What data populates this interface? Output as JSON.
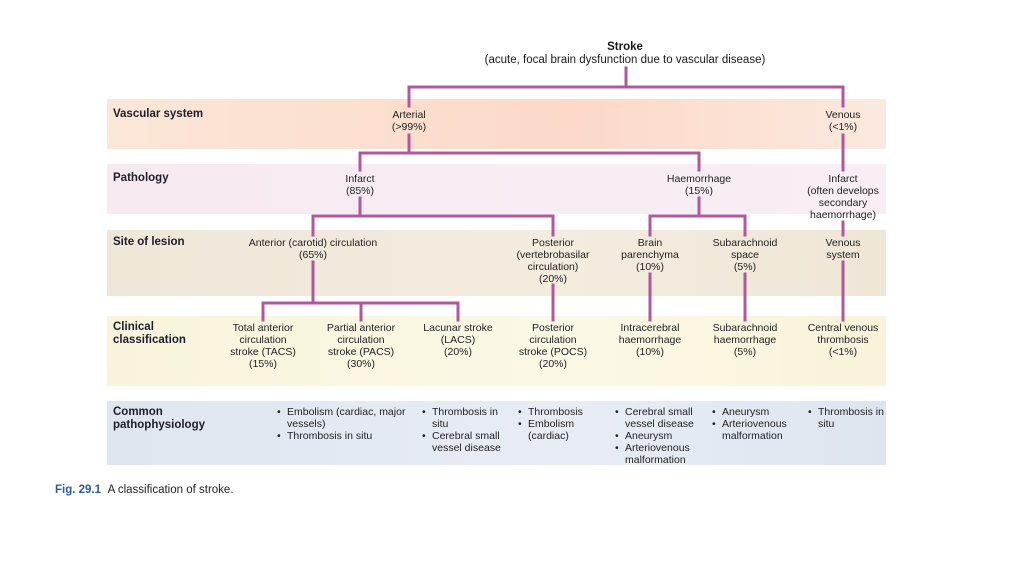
{
  "title": {
    "main": "Stroke",
    "sub": "(acute, focal brain dysfunction due to vascular disease)"
  },
  "row_labels": {
    "vascular": "Vascular system",
    "pathology": "Pathology",
    "site": "Site of lesion",
    "clinical": [
      "Clinical",
      "classification"
    ],
    "common": [
      "Common",
      "pathophysiology"
    ]
  },
  "nodes": {
    "arterial": [
      "Arterial",
      "(>99%)"
    ],
    "venous": [
      "Venous",
      "(<1%)"
    ],
    "infarct": [
      "Infarct",
      "(85%)"
    ],
    "haemorrhage": [
      "Haemorrhage",
      "(15%)"
    ],
    "venous_infarct": [
      "Infarct",
      "(often develops",
      "secondary",
      "haemorrhage)"
    ],
    "anterior": [
      "Anterior (carotid) circulation",
      "(65%)"
    ],
    "posterior": [
      "Posterior",
      "(vertebrobasilar",
      "circulation)",
      "(20%)"
    ],
    "brain_parenchyma": [
      "Brain",
      "parenchyma",
      "(10%)"
    ],
    "subarachnoid_space": [
      "Subarachnoid",
      "space",
      "(5%)"
    ],
    "venous_system": [
      "Venous",
      "system"
    ],
    "tacs": [
      "Total anterior",
      "circulation",
      "stroke (TACS)",
      "(15%)"
    ],
    "pacs": [
      "Partial anterior",
      "circulation",
      "stroke (PACS)",
      "(30%)"
    ],
    "lacs": [
      "Lacunar stroke",
      "(LACS)",
      "(20%)"
    ],
    "pocs": [
      "Posterior",
      "circulation",
      "stroke (POCS)",
      "(20%)"
    ],
    "ich": [
      "Intracerebral",
      "haemorrhage",
      "(10%)"
    ],
    "sah": [
      "Subarachnoid",
      "haemorrhage",
      "(5%)"
    ],
    "cvt": [
      "Central venous",
      "thrombosis",
      "(<1%)"
    ]
  },
  "pathophysiology": {
    "anterior": [
      "Embolism (cardiac, major vessels)",
      "Thrombosis in situ"
    ],
    "lacs": [
      "Thrombosis in situ",
      "Cerebral small vessel disease"
    ],
    "pocs": [
      "Thrombosis",
      "Embolism (cardiac)"
    ],
    "ich": [
      "Cerebral small vessel disease",
      "Aneurysm",
      "Arteriovenous malformation"
    ],
    "sah": [
      "Aneurysm",
      "Arteriovenous malformation"
    ],
    "cvt": [
      "Thrombosis in situ"
    ]
  },
  "caption": {
    "fig": "Fig. 29.1",
    "text": "A classification of stroke."
  },
  "colors": {
    "connector": "#b0589c",
    "caption_label": "#2b5aa8"
  }
}
